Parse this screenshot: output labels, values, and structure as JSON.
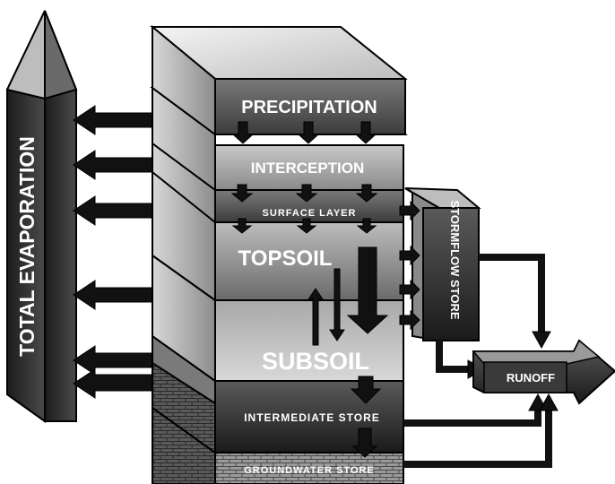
{
  "labels": {
    "total_evaporation": "TOTAL EVAPORATION",
    "precipitation": "PRECIPITATION",
    "interception": "INTERCEPTION",
    "surface_layer": "SURFACE LAYER",
    "topsoil": "TOPSOIL",
    "subsoil": "SUBSOIL",
    "intermediate_store": "INTERMEDIATE STORE",
    "groundwater_store": "GROUNDWATER STORE",
    "stormflow_store": "STORMFLOW STORE",
    "runoff": "RUNOFF"
  },
  "colors": {
    "outline": "#000000",
    "layer_light": "#e8e8e8",
    "layer_mid": "#9a9a9a",
    "layer_dark": "#2a2a2a",
    "label_text": "#ffffff"
  }
}
